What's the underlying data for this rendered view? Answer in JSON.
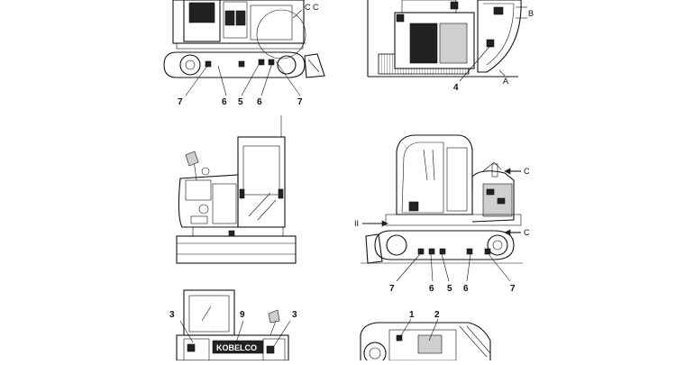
{
  "callouts": {
    "top_left": [
      "7",
      "6",
      "5",
      "6",
      "7"
    ],
    "top_right": "4",
    "right_side": [
      "7",
      "6",
      "5",
      "6",
      "7"
    ],
    "bottom_left": [
      "3",
      "9",
      "3"
    ],
    "bottom_right": [
      "1",
      "2"
    ]
  },
  "view_markers": {
    "c_top": "C C",
    "b_top": "B",
    "a_top": "A",
    "c_right_upper": "C",
    "c_right_lower": "C",
    "arrow_left": "II"
  },
  "brand_text": "KOBELCO"
}
